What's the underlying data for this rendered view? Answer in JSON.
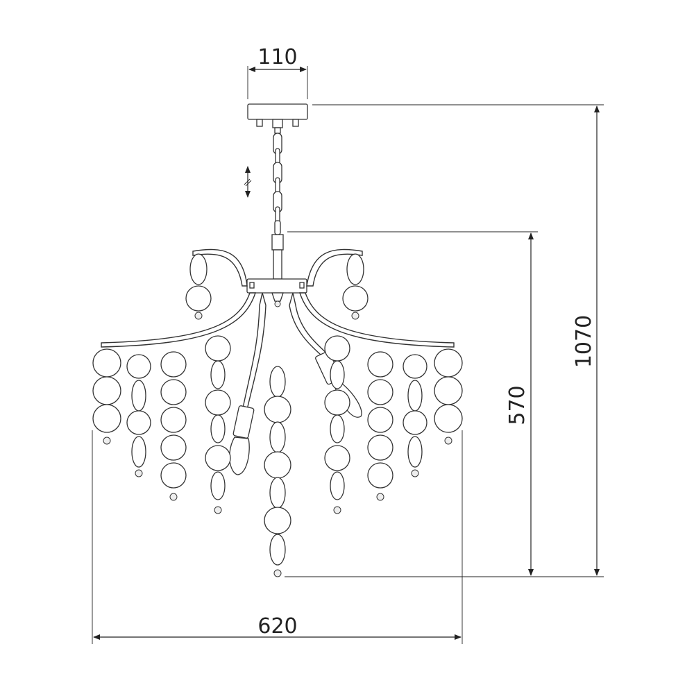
{
  "dimensions": {
    "canopy_width": "110",
    "overall_height": "1070",
    "body_height": "570",
    "overall_width": "620"
  },
  "colors": {
    "line": "#222222",
    "background": "#ffffff"
  }
}
